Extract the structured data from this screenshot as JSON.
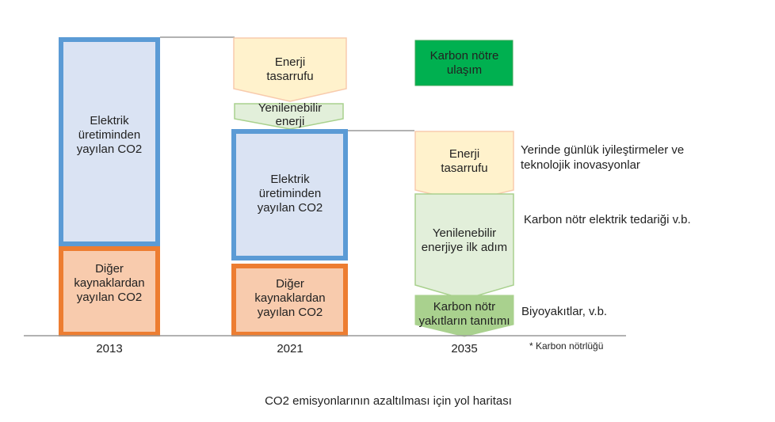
{
  "columns": [
    {
      "year": "2013",
      "electric": "Elektrik üretiminden yayılan CO2",
      "other": "Diğer kaynaklardan yayılan CO2"
    },
    {
      "year": "2021",
      "saving": "Enerji tasarrufu",
      "renewable": "Yenilenebilir enerji",
      "electric": "Elektrik üretiminden yayılan CO2",
      "other": "Diğer kaynaklardan yayılan CO2"
    },
    {
      "year": "2035",
      "goal": "Karbon nötre ulaşım",
      "saving": "Enerji tasarrufu",
      "renewable": "Yenilenebilir enerjiye ilk adım",
      "fuels": "Karbon nötr yakıtların tanıtımı"
    }
  ],
  "notes": {
    "saving": "Yerinde günlük iyileştirmeler ve teknolojik inovasyonlar",
    "renewable": "Karbon nötr elektrik tedariği v.b.",
    "fuels": "Biyoyakıtlar, v.b.",
    "footnote": "* Karbon nötrlüğü"
  },
  "caption": "CO2 emisyonlarının azaltılması için yol haritası",
  "colors": {
    "blue": "#5B9BD5",
    "blue_fill": "#DAE3F3",
    "orange": "#ED7D31",
    "orange_fill": "#F8CBAD",
    "yellow_fill": "#FFF2CC",
    "green_fill": "#E2EFDA",
    "green_dark": "#A9D18E",
    "green_goal": "#00B050"
  }
}
